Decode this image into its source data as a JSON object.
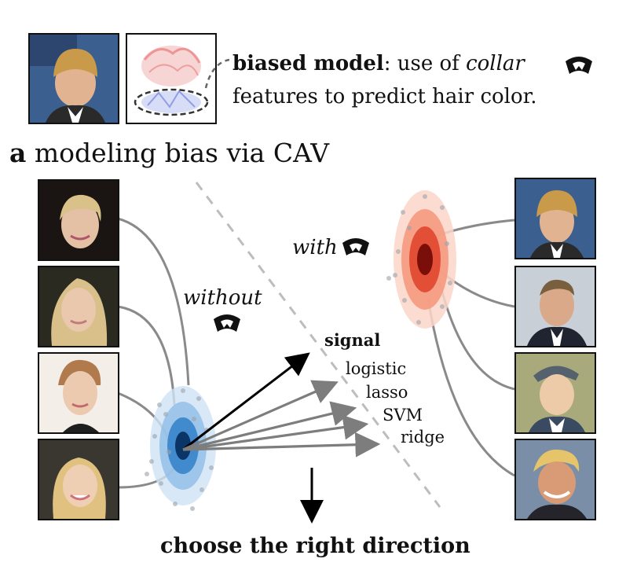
{
  "header": {
    "bias_title": "biased model",
    "bias_sep": ": use of ",
    "bias_concept": "collar",
    "bias_line2": "features to predict hair color."
  },
  "panel": {
    "letter": "a",
    "title": "modeling bias via CAV"
  },
  "groups": {
    "without_label": "without",
    "with_label": "with"
  },
  "directions": {
    "signal_label": "signal",
    "methods": [
      "logistic",
      "lasso",
      "SVM",
      "ridge"
    ]
  },
  "footer": {
    "choose_label": "choose the right direction"
  },
  "colors": {
    "without_cluster": "#1f6fb8",
    "with_cluster": "#d93a2a",
    "connector_gray": "#8a8a8a",
    "dashed_separator": "#bdbdbd"
  },
  "icons": {
    "collar": "collar-icon",
    "sample_photo": "portrait-photo"
  }
}
